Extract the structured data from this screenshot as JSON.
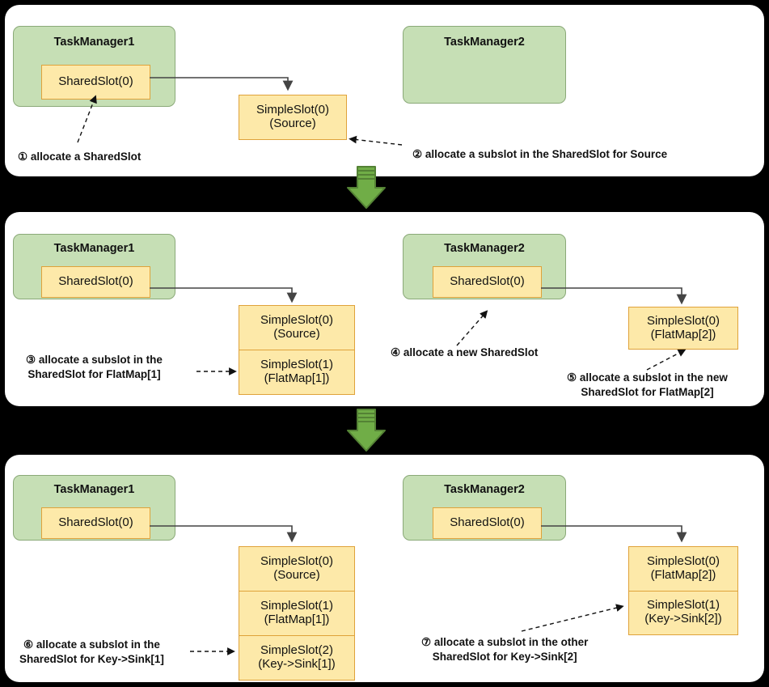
{
  "diagram": {
    "title": "Flink SharedSlot / SimpleSlot allocation sequence",
    "colors": {
      "background": "#000000",
      "panel": "#ffffff",
      "taskmanager_fill": "#c6dfb5",
      "taskmanager_stroke": "#8aa978",
      "slot_fill": "#fde9a9",
      "slot_stroke": "#dfa23a",
      "arrow_fill": "#70ad47",
      "arrow_stroke": "#548235",
      "line": "#404040",
      "text": "#111111"
    },
    "separator_icon": "down-arrow-icon"
  },
  "panels": [
    {
      "id": "step-1-2",
      "taskmanagers": [
        {
          "name": "TaskManager1",
          "shared_slot": "SharedSlot(0)"
        },
        {
          "name": "TaskManager2",
          "shared_slot": null
        }
      ],
      "slot_stacks": [
        {
          "owner": "TaskManager1",
          "cells": [
            {
              "line1": "SimpleSlot(0)",
              "line2": "(Source)"
            }
          ]
        }
      ],
      "captions": [
        {
          "marker": "①",
          "text": "allocate a SharedSlot"
        },
        {
          "marker": "②",
          "text": "allocate a subslot in the SharedSlot for Source"
        }
      ]
    },
    {
      "id": "step-3-4-5",
      "taskmanagers": [
        {
          "name": "TaskManager1",
          "shared_slot": "SharedSlot(0)"
        },
        {
          "name": "TaskManager2",
          "shared_slot": "SharedSlot(0)"
        }
      ],
      "slot_stacks": [
        {
          "owner": "TaskManager1",
          "cells": [
            {
              "line1": "SimpleSlot(0)",
              "line2": "(Source)"
            },
            {
              "line1": "SimpleSlot(1)",
              "line2": "(FlatMap[1])"
            }
          ]
        },
        {
          "owner": "TaskManager2",
          "cells": [
            {
              "line1": "SimpleSlot(0)",
              "line2": "(FlatMap[2])"
            }
          ]
        }
      ],
      "captions": [
        {
          "marker": "③",
          "text": "allocate a subslot in the",
          "text2": "SharedSlot for FlatMap[1]"
        },
        {
          "marker": "④",
          "text": "allocate a new SharedSlot"
        },
        {
          "marker": "⑤",
          "text": "allocate a subslot in the new",
          "text2": "SharedSlot for FlatMap[2]"
        }
      ]
    },
    {
      "id": "step-6-7",
      "taskmanagers": [
        {
          "name": "TaskManager1",
          "shared_slot": "SharedSlot(0)"
        },
        {
          "name": "TaskManager2",
          "shared_slot": "SharedSlot(0)"
        }
      ],
      "slot_stacks": [
        {
          "owner": "TaskManager1",
          "cells": [
            {
              "line1": "SimpleSlot(0)",
              "line2": "(Source)"
            },
            {
              "line1": "SimpleSlot(1)",
              "line2": "(FlatMap[1])"
            },
            {
              "line1": "SimpleSlot(2)",
              "line2": "(Key->Sink[1])"
            }
          ]
        },
        {
          "owner": "TaskManager2",
          "cells": [
            {
              "line1": "SimpleSlot(0)",
              "line2": "(FlatMap[2])"
            },
            {
              "line1": "SimpleSlot(1)",
              "line2": "(Key->Sink[2])"
            }
          ]
        }
      ],
      "captions": [
        {
          "marker": "⑥",
          "text": "allocate a subslot in the",
          "text2": "SharedSlot for Key->Sink[1]"
        },
        {
          "marker": "⑦",
          "text": "allocate a subslot in the other",
          "text2": "SharedSlot for Key->Sink[2]"
        }
      ]
    }
  ]
}
